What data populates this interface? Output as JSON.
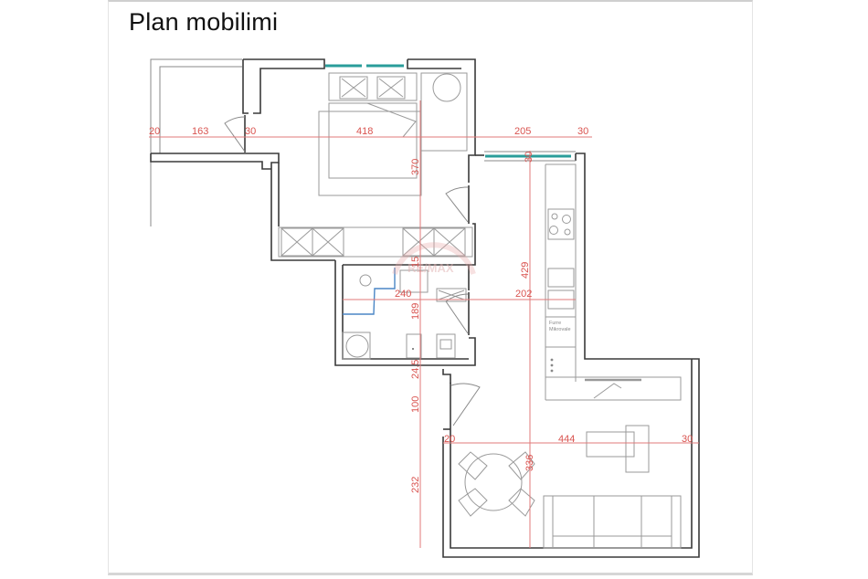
{
  "title": "Plan mobilimi",
  "colors": {
    "wall": "#3a3a3a",
    "dimension": "#d9534f",
    "window": "#2a9d9a",
    "shower_outline": "#4a86c5"
  },
  "dimensions": {
    "top_row": [
      "20",
      "163",
      "30",
      "418",
      "205",
      "30"
    ],
    "bedroom_height": "370",
    "window_depth": "30",
    "kitchen_height": "429",
    "wall_15": "15",
    "bath_width": "240",
    "corridor_width": "202",
    "bath_height": "189",
    "wall_245": "24.5",
    "door_height": "100",
    "living_wall_width": "20",
    "living_width": "444",
    "living_wall_right": "30",
    "living_height": "336",
    "lower_height": "232"
  },
  "labels": {
    "oven_line1": "Furre",
    "oven_line2": "Mikrovale"
  },
  "watermark": "RE/MAX"
}
